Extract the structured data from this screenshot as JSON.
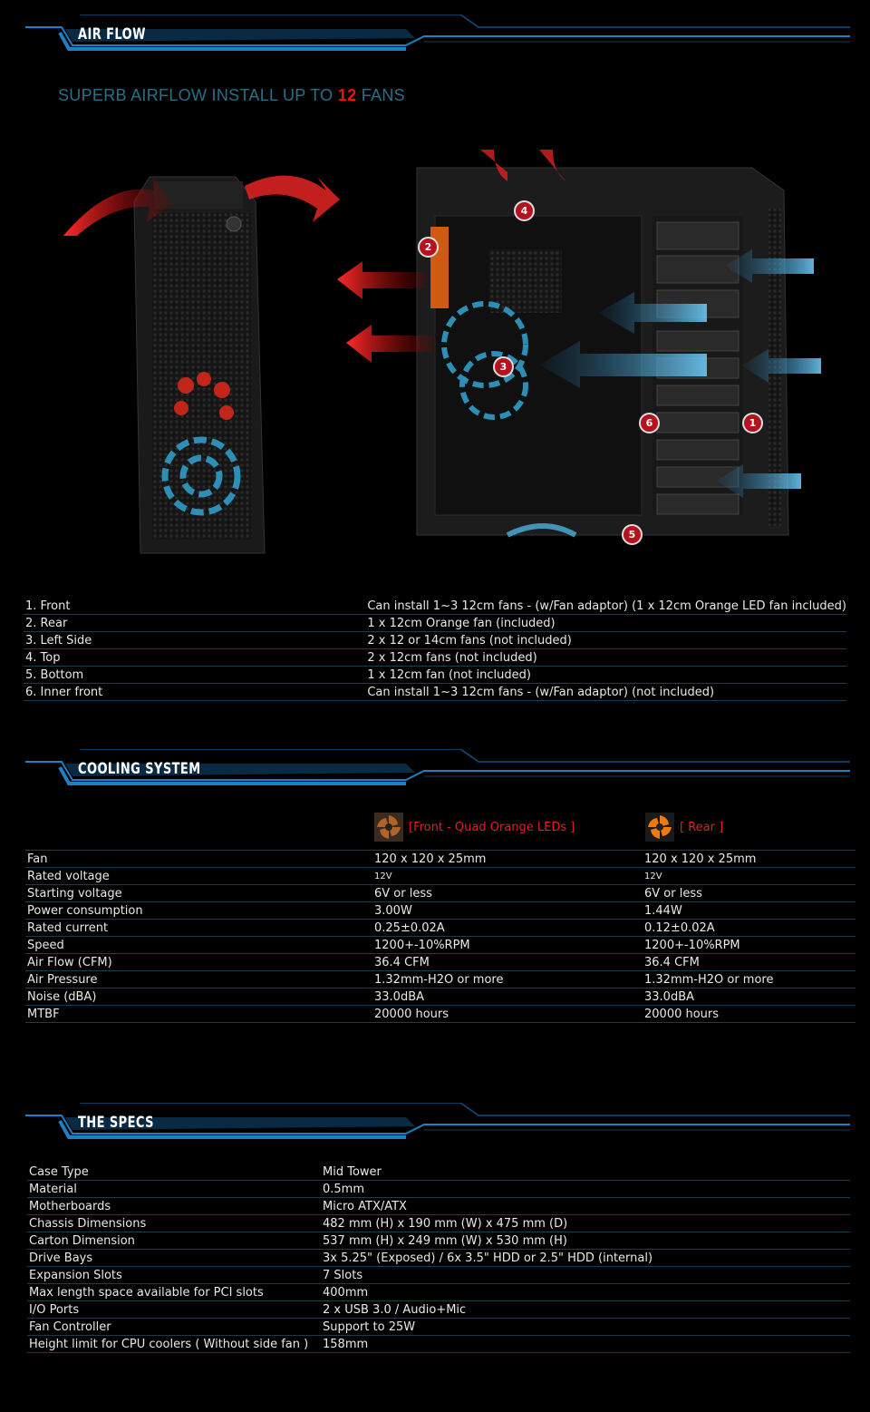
{
  "colors": {
    "accent_blue": "#1d7fc4",
    "highlight_red": "#e11111",
    "subtitle_teal": "#2a6f86",
    "row_rule": "#1e3a4e"
  },
  "airflow": {
    "title": "AIR FLOW",
    "subtitle_pre": "SUPERB AIRFLOW INSTALL UP TO ",
    "subtitle_num": "12",
    "subtitle_post": " FANS",
    "markers": [
      "1",
      "2",
      "3",
      "4",
      "5",
      "6"
    ],
    "rows": [
      {
        "label": "1. Front",
        "value": "Can install 1~3 12cm fans - (w/Fan adaptor) (1 x 12cm Orange LED fan included)"
      },
      {
        "label": "2. Rear",
        "value": "1 x 12cm Orange fan (included)"
      },
      {
        "label": "3. Left Side",
        "value": "2 x 12 or 14cm fans (not included)"
      },
      {
        "label": "4. Top",
        "value": "2 x 12cm fans (not included)"
      },
      {
        "label": "5. Bottom",
        "value": "1 x 12cm fan (not included)"
      },
      {
        "label": "6. Inner front",
        "value": "Can install 1~3 12cm fans - (w/Fan adaptor) (not included)"
      }
    ]
  },
  "cooling": {
    "title": "COOLING SYSTEM",
    "col_front": "[Front - Quad Orange LEDs ]",
    "col_rear": "[ Rear ]",
    "rows": [
      {
        "label": "Fan",
        "front": "120 x 120 x 25mm",
        "rear": "120 x 120 x 25mm"
      },
      {
        "label": "Rated voltage",
        "front": "12V",
        "rear": "12V"
      },
      {
        "label": "Starting voltage",
        "front": "6V or less",
        "rear": "6V or less"
      },
      {
        "label": "Power consumption",
        "front": "3.00W",
        "rear": "1.44W"
      },
      {
        "label": "Rated current",
        "front": "0.25±0.02A",
        "rear": "0.12±0.02A"
      },
      {
        "label": "Speed",
        "front": "1200+-10%RPM",
        "rear": "1200+-10%RPM"
      },
      {
        "label": "Air Flow (CFM)",
        "front": "36.4 CFM",
        "rear": "36.4 CFM"
      },
      {
        "label": "Air Pressure",
        "front": "1.32mm-H2O or more",
        "rear": "1.32mm-H2O or more"
      },
      {
        "label": "Noise (dBA)",
        "front": "33.0dBA",
        "rear": "33.0dBA"
      },
      {
        "label": "MTBF",
        "front": "20000 hours",
        "rear": "20000 hours"
      }
    ]
  },
  "specs": {
    "title": "THE SPECS",
    "rows": [
      {
        "label": "Case Type",
        "value": "Mid Tower"
      },
      {
        "label": "Material",
        "value": "0.5mm"
      },
      {
        "label": "Motherboards",
        "value": "Micro ATX/ATX"
      },
      {
        "label": "Chassis Dimensions",
        "value": "482 mm (H) x 190 mm (W) x 475 mm (D)"
      },
      {
        "label": "Carton Dimension",
        "value": "537 mm (H) x 249 mm (W) x 530 mm (H)"
      },
      {
        "label": "Drive Bays",
        "value": "3x 5.25\" (Exposed) / 6x 3.5\" HDD or 2.5\" HDD (internal)"
      },
      {
        "label": "Expansion Slots",
        "value": "7 Slots"
      },
      {
        "label": "Max length space available for PCI slots",
        "value": "400mm"
      },
      {
        "label": "I/O Ports",
        "value": "2 x USB 3.0 / Audio+Mic"
      },
      {
        "label": "Fan Controller",
        "value": "Support to 25W"
      },
      {
        "label": "Height limit for CPU coolers ( Without side fan )",
        "value": "158mm"
      }
    ]
  }
}
